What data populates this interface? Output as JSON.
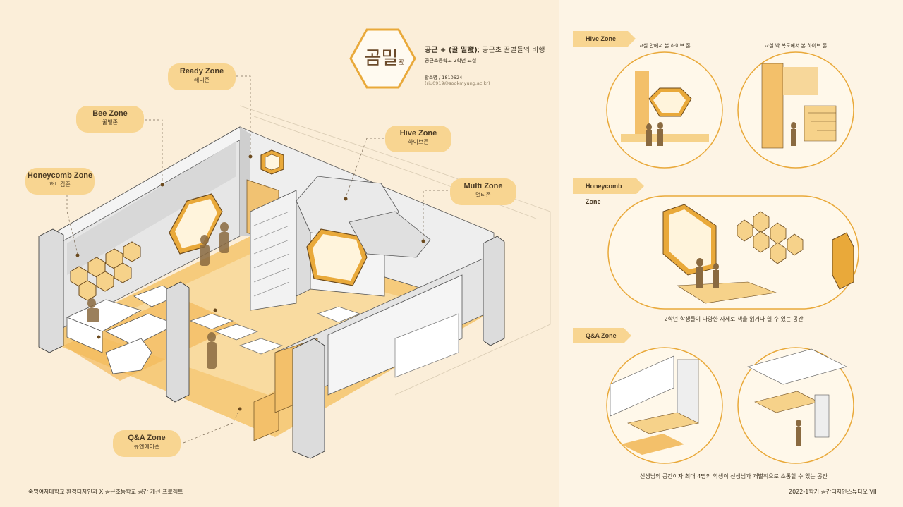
{
  "header": {
    "logo_text": "곰밀",
    "logo_small": "蜜",
    "title_bold": "공근 + (꿀 밀蜜)",
    "title_rest": "; 공근초 꿀벌들의 비행",
    "subtitle": "공근초등학교 2학년 교실",
    "author": "황소명 / 1810624",
    "email": "(riu0919@sookmyung.ac.kr)"
  },
  "zones": [
    {
      "en": "Ready Zone",
      "ko": "레디존"
    },
    {
      "en": "Bee Zone",
      "ko": "꿀벌존"
    },
    {
      "en": "Hive Zone",
      "ko": "하이브존"
    },
    {
      "en": "Honeycomb Zone",
      "ko": "허니컴존"
    },
    {
      "en": "Multi Zone",
      "ko": "멀티존"
    },
    {
      "en": "Q&A Zone",
      "ko": "큐엔에이존"
    }
  ],
  "right_panel": {
    "hive": {
      "tag": "Hive Zone",
      "cap1": "교실 안에서 본 하이브 존",
      "cap2": "교실 밖 복도에서 본 하이브 존"
    },
    "honeycomb": {
      "tag": "Honeycomb Zone",
      "caption": "2학년 학생들이 다양한 자세로 책을 읽거나 쉴 수 있는 공간"
    },
    "qa": {
      "tag": "Q&A Zone",
      "caption": "선생님의 공간이자 최대 4명의 학생이 선생님과 개별적으로 소통할 수 있는 공간"
    }
  },
  "footer": {
    "left": "숙명여자대학교 환경디자인과 X 공근초등학교 공간 개선 프로젝트",
    "right": "2022-1학기 공간디자인스튜디오 VII"
  },
  "colors": {
    "accent": "#f8d591",
    "gold": "#e9a93a",
    "wall": "#e8e8e8",
    "floor": "#f5c879"
  }
}
